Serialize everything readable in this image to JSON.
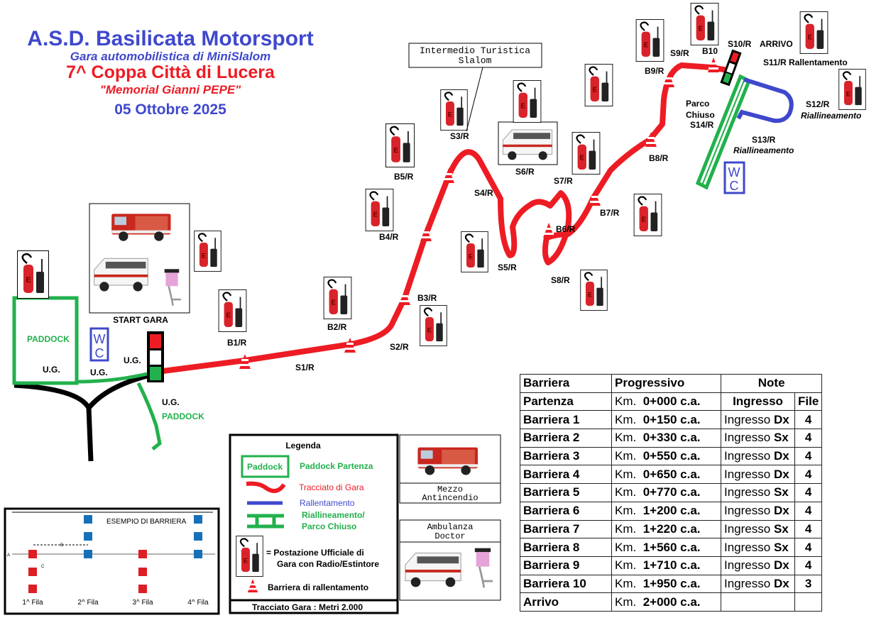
{
  "header": {
    "org": "A.S.D. Basilicata Motorsport",
    "subtitle": "Gara automobilistica di MiniSlalom",
    "event": "7^ Coppa Città di Lucera",
    "memorial": "\"Memorial Gianni PEPE\"",
    "date": "05 Ottobre 2025"
  },
  "map": {
    "intermedio_line1": "Intermedio Turistica",
    "intermedio_line2": "Slalom",
    "start_gara": "START GARA",
    "paddock": "PADDOCK",
    "ug": "U.G.",
    "wc_w": "W",
    "wc_c": "C",
    "labels": {
      "b1": "B1/R",
      "b2": "B2/R",
      "b3": "B3/R",
      "b4": "B4/R",
      "b5": "B5/R",
      "b6": "B6/R",
      "b7": "B7/R",
      "b8": "B8/R",
      "b9": "B9/R",
      "b10": "B10",
      "s1": "S1/R",
      "s2": "S2/R",
      "s3": "S3/R",
      "s4": "S4/R",
      "s5": "S5/R",
      "s6": "S6/R",
      "s7": "S7/R",
      "s8": "S8/R",
      "s9": "S9/R",
      "s10": "S10/R",
      "arrivo": "ARRIVO",
      "s11": "S11/R Rallentamento",
      "s12": "S12/R",
      "riall": "Riallineamento",
      "s13": "S13/R",
      "parco1": "Parco",
      "parco2": "Chiuso",
      "s14": "S14/R"
    },
    "station_letter": "E"
  },
  "legend": {
    "title": "Legenda",
    "paddock_box": "Paddock",
    "paddock": "Paddock Partenza",
    "tracciato": "Tracciato di Gara",
    "rallentamento": "Rallentamento",
    "riall1": "Riallineamento/",
    "riall2": "Parco Chiuso",
    "postazione1": "= Postazione Ufficiale di",
    "postazione2": "Gara con Radio/Estintore",
    "barriera": "Barriera di rallentamento",
    "footer": "Tracciato Gara : Metri 2.000"
  },
  "vehicles": {
    "mezzo1": "Mezzo",
    "mezzo2": "Antincendio",
    "amb1": "Ambulanza",
    "amb2": "Doctor"
  },
  "example": {
    "title": "ESEMPIO DI BARRIERA",
    "a": "A",
    "b": "B",
    "c": "C",
    "rows": [
      "1^ Fila",
      "2^ Fila",
      "3^ Fila",
      "4^ Fila"
    ]
  },
  "colors": {
    "track": "#ed1c24",
    "slow": "#3f48cc",
    "park": "#22b14c"
  },
  "table": {
    "headers": {
      "barriera": "Barriera",
      "progressivo": "Progressivo",
      "note": "Note",
      "ingresso": "Ingresso",
      "file": "File"
    },
    "rows": [
      {
        "name": "Partenza",
        "km": "Km.",
        "prog": "0+000 c.a."
      },
      {
        "name": "Barriera 1",
        "km": "Km.",
        "prog": "0+150 c.a.",
        "ing": "Ingresso",
        "side": "Dx",
        "file": "4"
      },
      {
        "name": "Barriera 2",
        "km": "Km.",
        "prog": "0+330 c.a.",
        "ing": "Ingresso",
        "side": "Sx",
        "file": "4"
      },
      {
        "name": "Barriera 3",
        "km": "Km.",
        "prog": "0+550 c.a.",
        "ing": "Ingresso",
        "side": "Dx",
        "file": "4"
      },
      {
        "name": "Barriera 4",
        "km": "Km.",
        "prog": "0+650 c.a.",
        "ing": "Ingresso",
        "side": "Dx",
        "file": "4"
      },
      {
        "name": "Barriera 5",
        "km": "Km.",
        "prog": "0+770 c.a.",
        "ing": "Ingresso",
        "side": "Sx",
        "file": "4"
      },
      {
        "name": "Barriera 6",
        "km": "Km.",
        "prog": "1+200 c.a.",
        "ing": "Ingresso",
        "side": "Dx",
        "file": "4"
      },
      {
        "name": "Barriera 7",
        "km": "Km.",
        "prog": "1+220 c.a.",
        "ing": "Ingresso",
        "side": "Sx",
        "file": "4"
      },
      {
        "name": "Barriera 8",
        "km": "Km.",
        "prog": "1+560 c.a.",
        "ing": "Ingresso",
        "side": "Sx",
        "file": "4"
      },
      {
        "name": "Barriera 9",
        "km": "Km.",
        "prog": "1+710 c.a.",
        "ing": "Ingresso",
        "side": "Dx",
        "file": "4"
      },
      {
        "name": "Barriera 10",
        "km": "Km.",
        "prog": "1+950 c.a.",
        "ing": "Ingresso",
        "side": "Dx",
        "file": "3"
      },
      {
        "name": "Arrivo",
        "km": "Km.",
        "prog": "2+000 c.a."
      }
    ]
  }
}
